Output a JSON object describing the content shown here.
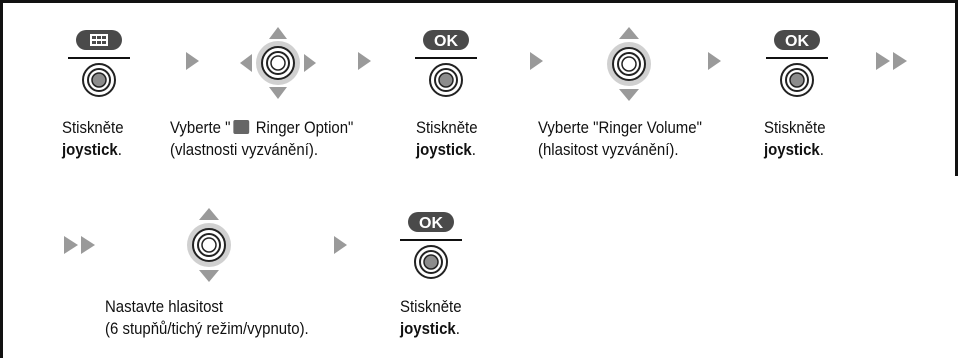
{
  "steps": {
    "s1": {
      "line1": "Stiskněte",
      "line2": "joystick",
      "line2_suffix": "."
    },
    "s2": {
      "line1_pre": "Vyberte \"",
      "line1_post": " Ringer Option\"",
      "line2": "(vlastnosti vyzvánění)."
    },
    "s3": {
      "line1": "Stiskněte",
      "line2": "joystick",
      "line2_suffix": "."
    },
    "s4": {
      "line1": "Vyberte \"Ringer Volume\"",
      "line2": "(hlasitost vyzvánění)."
    },
    "s5": {
      "line1": "Stiskněte",
      "line2": "joystick",
      "line2_suffix": "."
    },
    "s6": {
      "line1": "Nastavte hlasitost",
      "line2": "(6 stupňů/tichý režim/vypnuto)."
    },
    "s7": {
      "line1": "Stiskněte",
      "line2": "joystick",
      "line2_suffix": "."
    }
  },
  "keys": {
    "ok_label": "OK"
  },
  "icons": {
    "menu_key": "menu-grid-icon",
    "joystick_press": "joystick-press-icon",
    "joystick_4way": "joystick-four-way-icon",
    "joystick_updown": "joystick-up-down-icon",
    "ringer": "ringer-option-icon",
    "next": "next-step-arrow",
    "continue": "continue-double-arrow"
  },
  "colors": {
    "key_fill": "#4a4a4a",
    "arrow_gray": "#9a9a9a",
    "ring_gray": "#8c8c8c"
  }
}
